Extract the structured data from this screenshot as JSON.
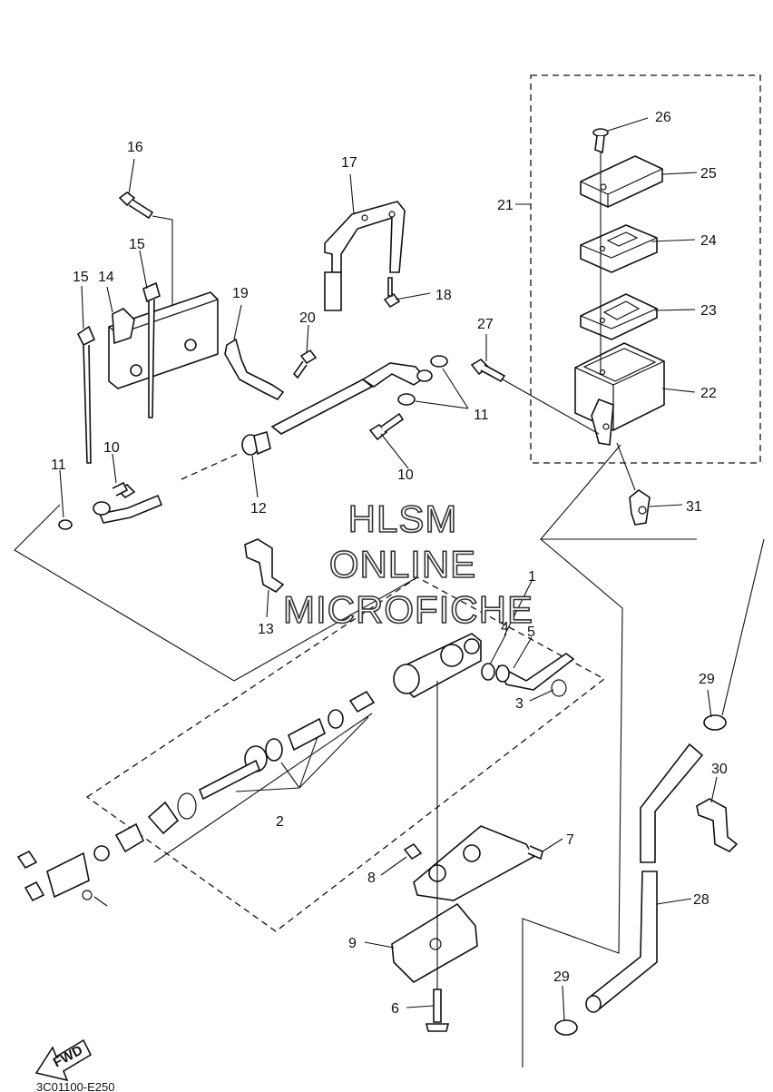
{
  "watermark": {
    "line1": "HLSM",
    "line2": "ONLINE",
    "line3": "MICROFICHE"
  },
  "direction_label": "FWD",
  "footer_code": "3C01100-E250",
  "callouts": {
    "n1": "1",
    "n2": "2",
    "n3": "3",
    "n4": "4",
    "n5": "5",
    "n6": "6",
    "n7": "7",
    "n8": "8",
    "n9": "9",
    "n10a": "10",
    "n10b": "10",
    "n11a": "11",
    "n11b": "11",
    "n12": "12",
    "n13": "13",
    "n14": "14",
    "n15a": "15",
    "n15b": "15",
    "n16": "16",
    "n17": "17",
    "n18": "18",
    "n19": "19",
    "n20": "20",
    "n21": "21",
    "n22": "22",
    "n23": "23",
    "n24": "24",
    "n25": "25",
    "n26": "26",
    "n27": "27",
    "n28": "28",
    "n29a": "29",
    "n29b": "29",
    "n30": "30",
    "n31": "31"
  }
}
